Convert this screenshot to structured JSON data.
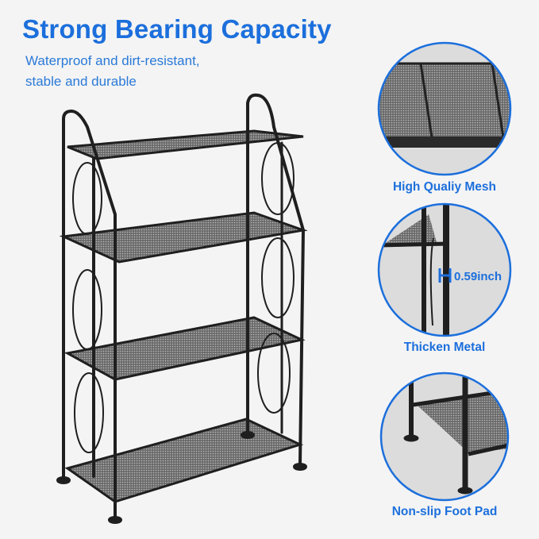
{
  "heading": "Strong Bearing Capacity",
  "subheading": [
    "Waterproof and dirt-resistant,",
    "stable and durable"
  ],
  "features": [
    {
      "label": "High Qualiy Mesh"
    },
    {
      "label": "Thicken Metal",
      "measurement": "0.59inch"
    },
    {
      "label": "Non-slip Foot Pad"
    }
  ],
  "colors": {
    "accent": "#1c6fdc",
    "frame": "#1f1f1f",
    "background": "#f4f4f4"
  }
}
